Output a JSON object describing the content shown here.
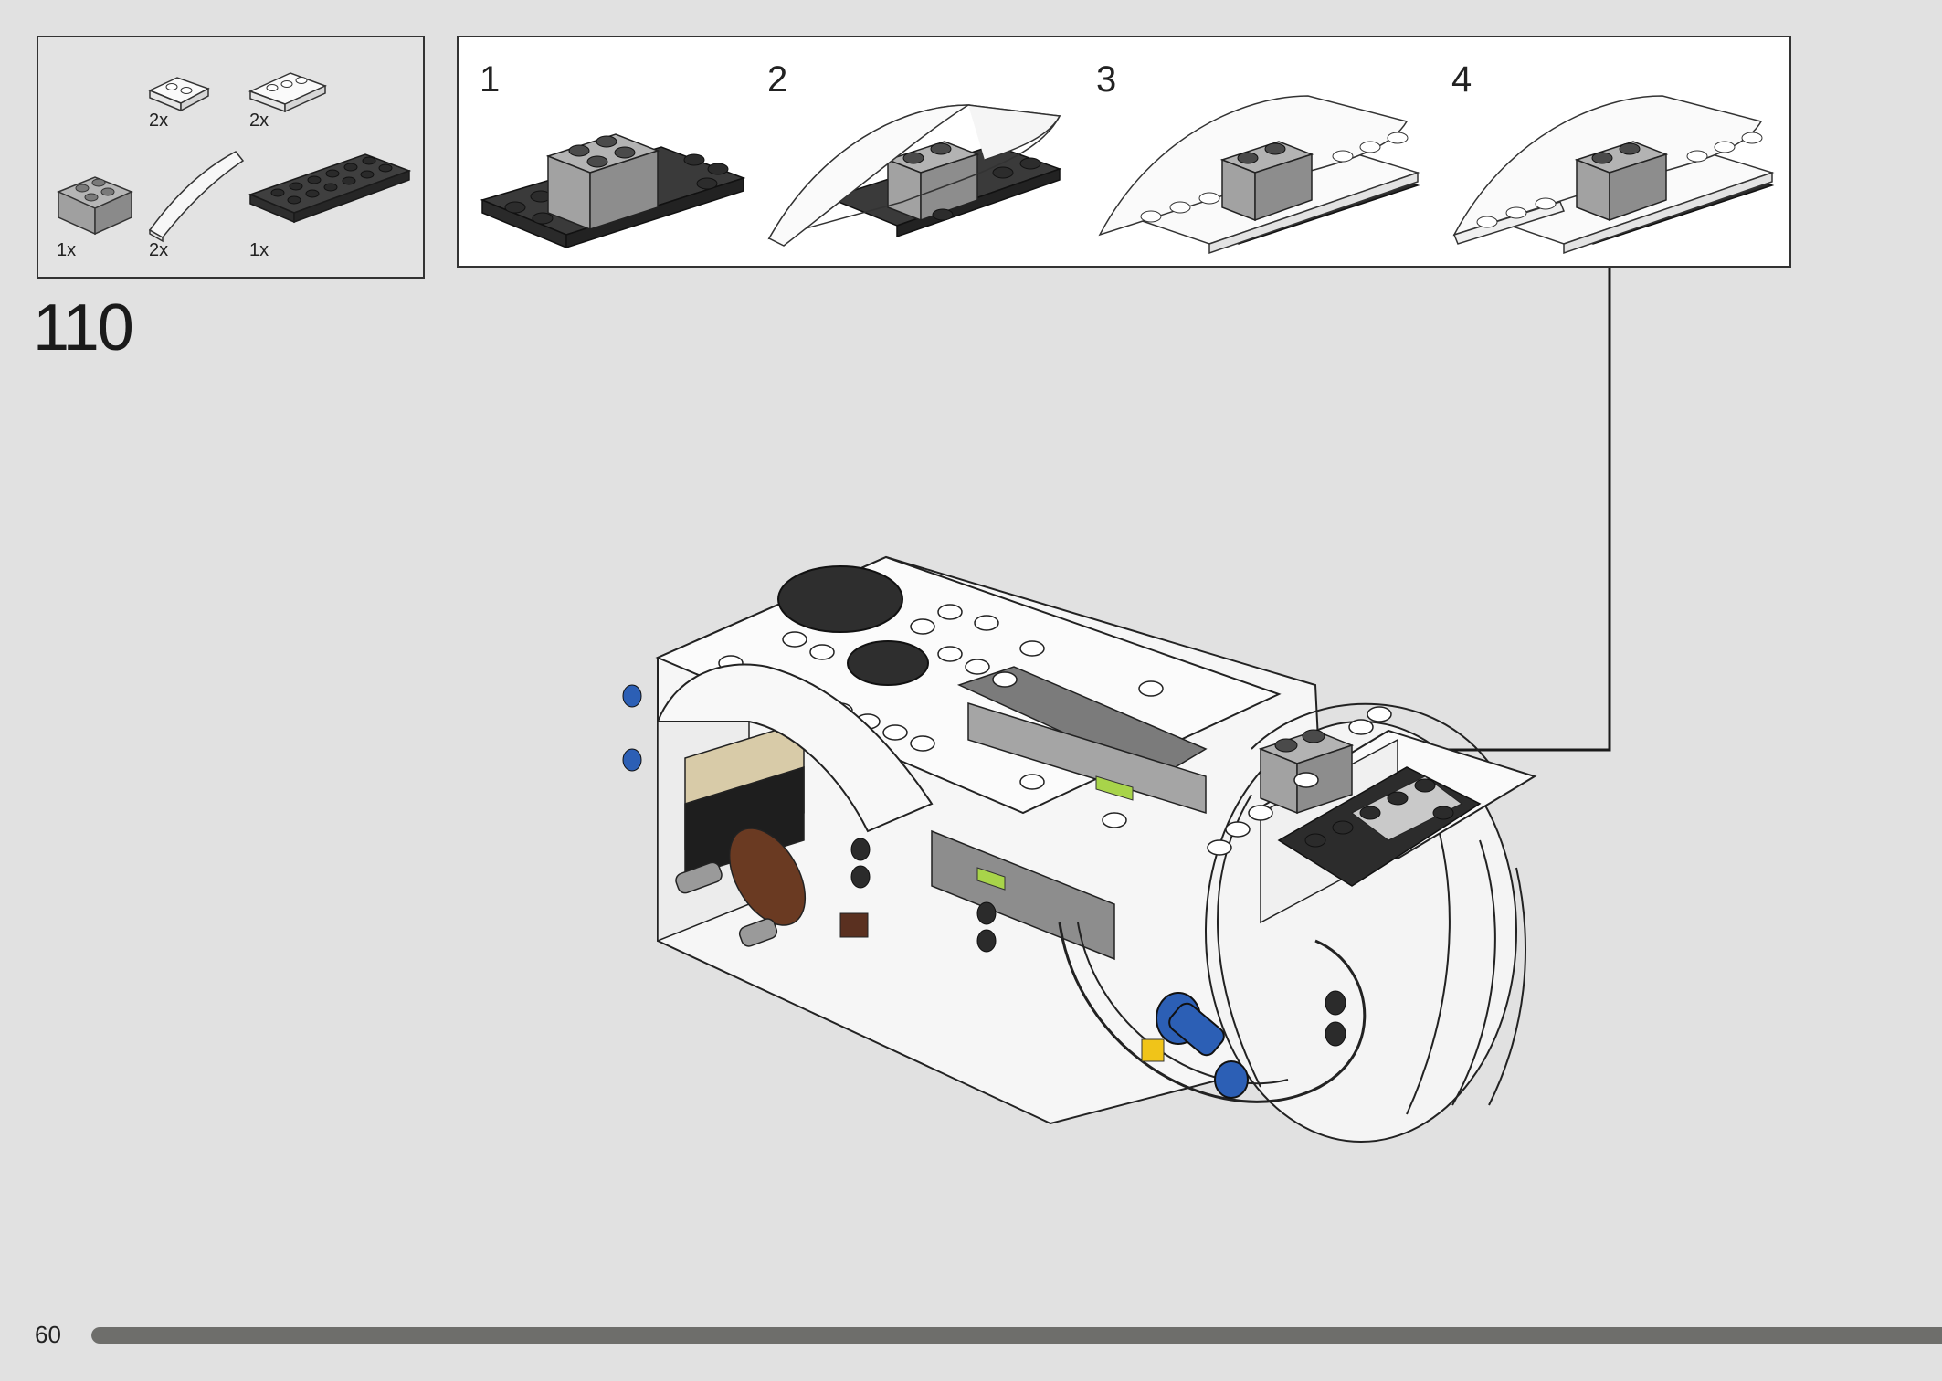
{
  "step": {
    "number": "110"
  },
  "page": {
    "number": "60",
    "progress": 1.0
  },
  "parts": [
    {
      "qty": "2x",
      "name": "white 1x2 plate"
    },
    {
      "qty": "2x",
      "name": "white 1x3 plate"
    },
    {
      "qty": "1x",
      "name": "grey 2x2 brick"
    },
    {
      "qty": "2x",
      "name": "white curved slope"
    },
    {
      "qty": "1x",
      "name": "black 2x6 plate"
    }
  ],
  "substeps": [
    {
      "number": "1"
    },
    {
      "number": "2"
    },
    {
      "number": "3"
    },
    {
      "number": "4"
    }
  ],
  "colors": {
    "background": "#e1e1e1",
    "black_brick": "#3a3a3a",
    "grey_brick": "#a3a3a3",
    "white_brick": "#f4f4f4",
    "progress_fill": "#6e6e6b"
  }
}
